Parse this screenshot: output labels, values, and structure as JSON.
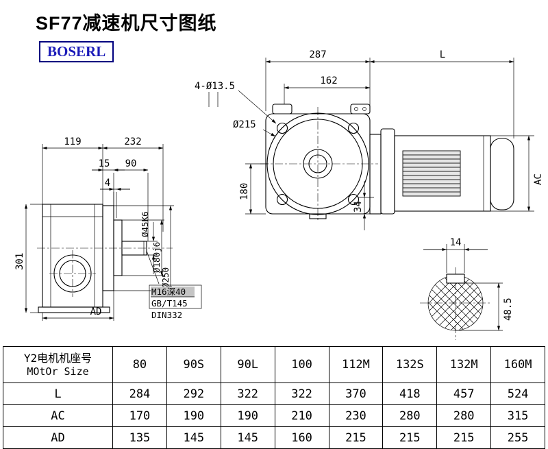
{
  "page": {
    "title": "SF77减速机尺寸图纸",
    "logo_text": "BOSERL"
  },
  "colors": {
    "logo_text": "#1a1ab8",
    "logo_border": "#00007f",
    "line": "#000000",
    "note_highlight": "#c4c4c4"
  },
  "side_view": {
    "dim_119": "119",
    "dim_232": "232",
    "dim_15": "15",
    "dim_90": "90",
    "dim_4": "4",
    "dim_301": "301",
    "dim_ad": "AD",
    "dim_shaft_dia": "Ø45K6",
    "dim_hub_dia": "Ø180j6",
    "dim_flange_dia": "Ø250",
    "note_thread": "M16深40",
    "note_std1": "GB/T145",
    "note_std2": "DIN332"
  },
  "front_view": {
    "dim_287": "287",
    "dim_l": "L",
    "dim_162": "162",
    "dim_holes": "4-Ø13.5",
    "dim_flange": "Ø215",
    "dim_180": "180",
    "dim_34": "34",
    "dim_ac": "AC"
  },
  "shaft_section": {
    "dim_key_width": "14",
    "dim_key_height": "48.5"
  },
  "table": {
    "header_line1": "Y2电机机座号",
    "header_line2": "MOtOr Size",
    "frame_sizes": [
      "80",
      "90S",
      "90L",
      "100",
      "112M",
      "132S",
      "132M",
      "160M"
    ],
    "rows": [
      {
        "label": "L",
        "values": [
          "284",
          "292",
          "322",
          "322",
          "370",
          "418",
          "457",
          "524"
        ]
      },
      {
        "label": "AC",
        "values": [
          "170",
          "190",
          "190",
          "210",
          "230",
          "280",
          "280",
          "315"
        ]
      },
      {
        "label": "AD",
        "values": [
          "135",
          "145",
          "145",
          "160",
          "215",
          "215",
          "215",
          "255"
        ]
      }
    ]
  }
}
